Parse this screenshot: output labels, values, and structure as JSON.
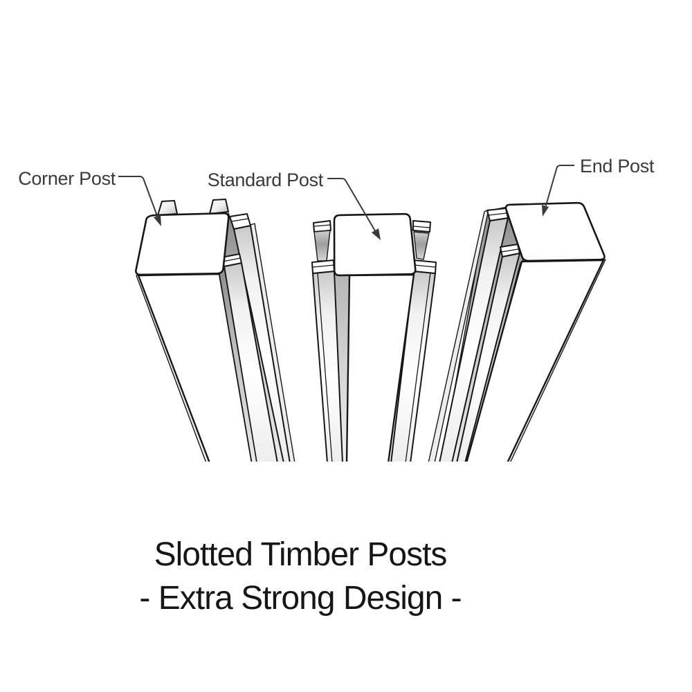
{
  "page": {
    "background_color": "#ffffff"
  },
  "figure": {
    "type": "technical-line-illustration",
    "subject": "three slotted timber fence posts viewed from above in perspective",
    "callouts": [
      {
        "id": "corner",
        "label": "Corner Post"
      },
      {
        "id": "standard",
        "label": "Standard Post"
      },
      {
        "id": "end",
        "label": "End Post"
      }
    ],
    "caption": {
      "line1": "Slotted Timber Posts",
      "line2": "- Extra Strong Design -"
    },
    "colors": {
      "outline": "#161616",
      "leader_line": "#3a3a3a",
      "label_text": "#3a3a3a",
      "caption_text": "#161616",
      "shading_light": "#ededed",
      "shading_dark": "#8c8c8c"
    }
  }
}
